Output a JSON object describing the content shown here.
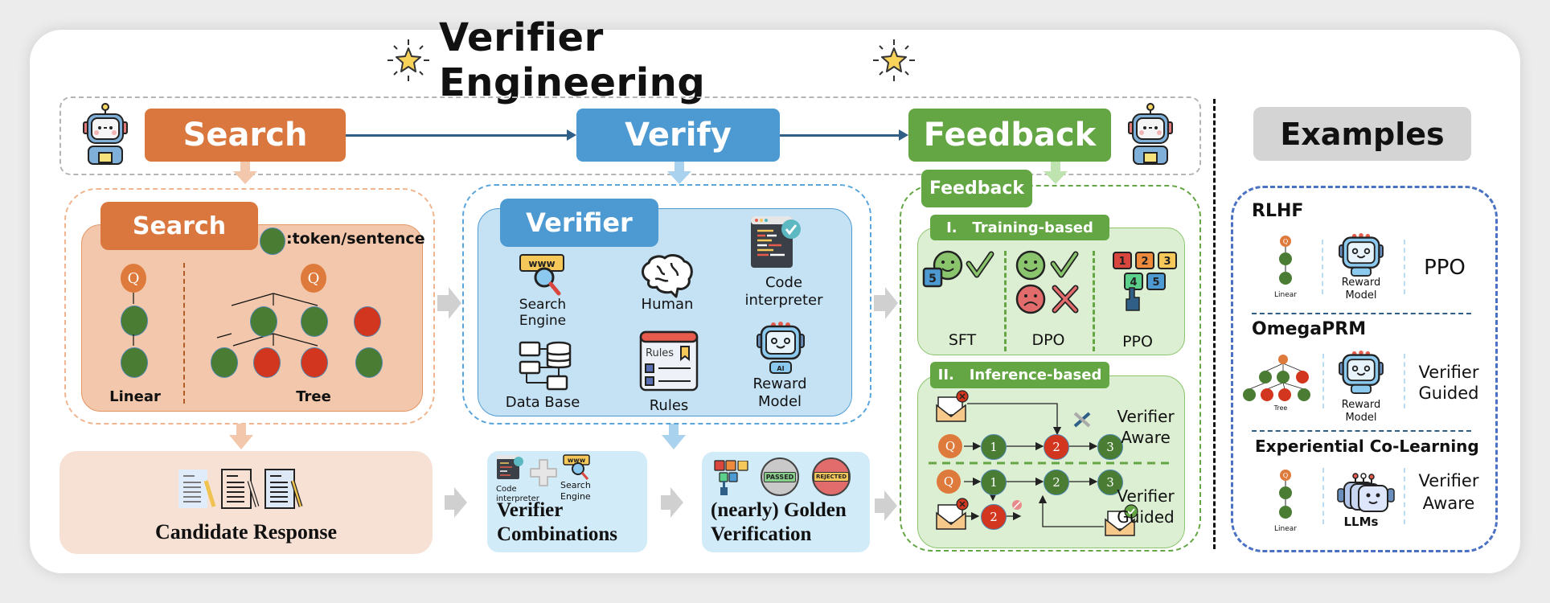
{
  "title": "Verifier Engineering",
  "pipeline": {
    "stages": [
      {
        "label": "Search",
        "color": "#da773e"
      },
      {
        "label": "Verify",
        "color": "#4d9ad2"
      },
      {
        "label": "Feedback",
        "color": "#64a644"
      }
    ]
  },
  "search_panel": {
    "tab_label": "Search",
    "legend_text": ":token/sentence",
    "query_label": "Q",
    "linear_label": "Linear",
    "tree_label": "Tree"
  },
  "verifier_panel": {
    "tab_label": "Verifier",
    "items": [
      {
        "icon": "search-engine-icon",
        "label_line1": "Search",
        "label_line2": "Engine"
      },
      {
        "icon": "brain-icon",
        "label_line1": "Human",
        "label_line2": ""
      },
      {
        "icon": "code-interpreter-icon",
        "label_line1": "Code",
        "label_line2": "interpreter"
      },
      {
        "icon": "database-icon",
        "label_line1": "Data Base",
        "label_line2": ""
      },
      {
        "icon": "rules-icon",
        "label_line1": "Rules",
        "label_line2": ""
      },
      {
        "icon": "reward-model-robot-icon",
        "label_line1": "Reward",
        "label_line2": "Model"
      }
    ],
    "rules_icon_text": "Rules"
  },
  "feedback_panel": {
    "tab_label": "Feedback",
    "training": {
      "header": "I.   Training-based",
      "methods": [
        "SFT",
        "DPO",
        "PPO"
      ]
    },
    "inference": {
      "header": "II.   Inference-based",
      "aware_label_1": "Verifier",
      "aware_label_2": "Aware",
      "guided_label_1": "Verifier",
      "guided_label_2": "Guided",
      "nodes": {
        "q": "Q",
        "n1": "1",
        "n2": "2",
        "n3": "3"
      }
    }
  },
  "bottom_row": {
    "candidate": {
      "label": "Candidate Response"
    },
    "combinations": {
      "label_line1": "Verifier",
      "label_line2": "Combinations",
      "icon_label_a_1": "Code",
      "icon_label_a_2": "interpreter",
      "icon_label_b_1": "Search",
      "icon_label_b_2": "Engine"
    },
    "golden": {
      "label_line1": "(nearly) Golden",
      "label_line2": "Verification",
      "stamp_passed": "PASSED",
      "stamp_rejected": "REJECTED"
    }
  },
  "examples": {
    "header": "Examples",
    "items": [
      {
        "name": "RLHF",
        "search": "Linear",
        "verifier_line1": "Reward",
        "verifier_line2": "Model",
        "feedback_line1": "PPO",
        "feedback_line2": ""
      },
      {
        "name": "OmegaPRM",
        "search": "Tree",
        "verifier_line1": "Reward",
        "verifier_line2": "Model",
        "feedback_line1": "Verifier",
        "feedback_line2": "Guided"
      },
      {
        "name": "Experiential Co-Learning",
        "search": "Linear",
        "verifier_line1": "LLMs",
        "verifier_line2": "",
        "feedback_line1": "Verifier",
        "feedback_line2": "Aware"
      }
    ]
  },
  "numbers": {
    "one": "1",
    "two": "2",
    "three": "3",
    "four": "4",
    "five": "5"
  }
}
